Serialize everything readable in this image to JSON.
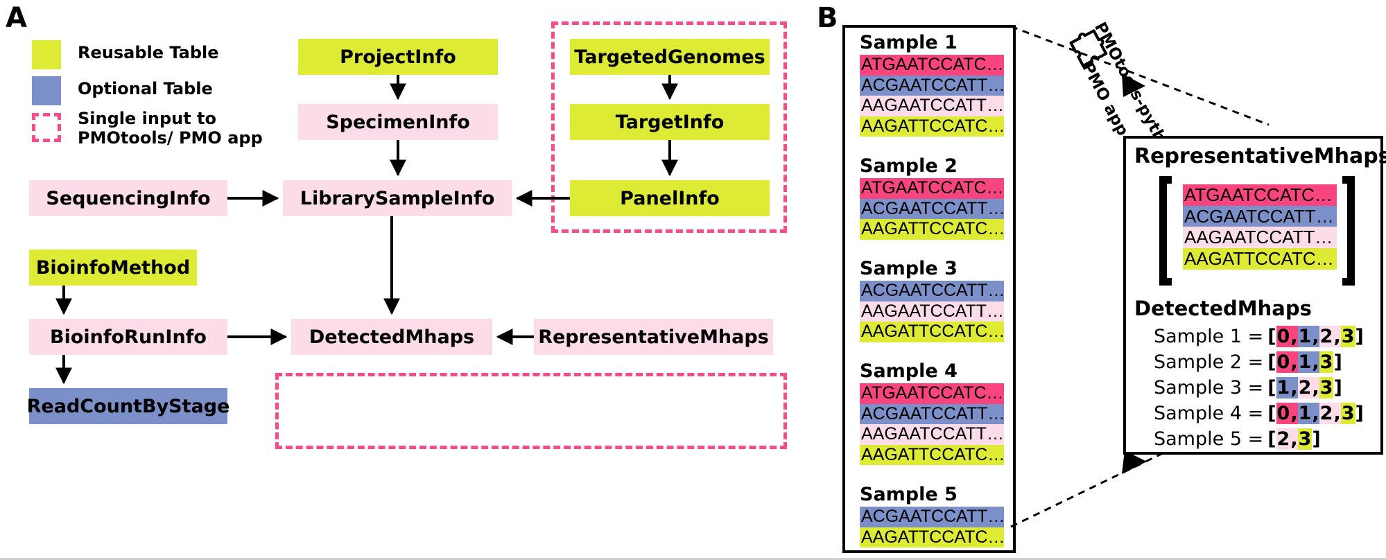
{
  "panels": {
    "a_letter": "A",
    "b_letter": "B"
  },
  "legend": {
    "items": [
      {
        "label": "Reusable Table",
        "color": "#ddeb34",
        "type": "swatch"
      },
      {
        "label": "Optional Table",
        "color": "#7b8fc8",
        "type": "swatch"
      },
      {
        "label": "Single input to\nPMOtools/ PMO app",
        "color": "#f94b8b",
        "type": "dashed"
      }
    ]
  },
  "flowchart": {
    "nodes": [
      {
        "id": "projectinfo",
        "label": "ProjectInfo",
        "kind": "reusable"
      },
      {
        "id": "specimeninfo",
        "label": "SpecimenInfo",
        "kind": "required"
      },
      {
        "id": "sequencinginfo",
        "label": "SequencingInfo",
        "kind": "required"
      },
      {
        "id": "librarysampleinfo",
        "label": "LibrarySampleInfo",
        "kind": "required"
      },
      {
        "id": "targetedgenomes",
        "label": "TargetedGenomes",
        "kind": "reusable"
      },
      {
        "id": "targetinfo",
        "label": "TargetInfo",
        "kind": "reusable"
      },
      {
        "id": "panelinfo",
        "label": "PanelInfo",
        "kind": "reusable"
      },
      {
        "id": "bioinfomethod",
        "label": "BioinfoMethod",
        "kind": "reusable"
      },
      {
        "id": "bioinforuninfo",
        "label": "BioinfoRunInfo",
        "kind": "required"
      },
      {
        "id": "readcountbystage",
        "label": "ReadCountByStage",
        "kind": "optional"
      },
      {
        "id": "detectedmhaps",
        "label": "DetectedMhaps",
        "kind": "required"
      },
      {
        "id": "representativemhaps",
        "label": "RepresentativeMhaps",
        "kind": "required"
      }
    ]
  },
  "panel_b": {
    "samples": [
      {
        "name": "Sample 1",
        "sequences": [
          {
            "text": "ATGAATCCATC…",
            "color": "pink"
          },
          {
            "text": "ACGAATCCATT…",
            "color": "blue"
          },
          {
            "text": "AAGAATCCATT…",
            "color": "lpink"
          },
          {
            "text": "AAGATTCCATC…",
            "color": "yellow"
          }
        ]
      },
      {
        "name": "Sample 2",
        "sequences": [
          {
            "text": "ATGAATCCATC…",
            "color": "pink"
          },
          {
            "text": "ACGAATCCATT…",
            "color": "blue"
          },
          {
            "text": "AAGATTCCATC…",
            "color": "yellow"
          }
        ]
      },
      {
        "name": "Sample 3",
        "sequences": [
          {
            "text": "ACGAATCCATT…",
            "color": "blue"
          },
          {
            "text": "AAGAATCCATT…",
            "color": "lpink"
          },
          {
            "text": "AAGATTCCATC…",
            "color": "yellow"
          }
        ]
      },
      {
        "name": "Sample 4",
        "sequences": [
          {
            "text": "ATGAATCCATC…",
            "color": "pink"
          },
          {
            "text": "ACGAATCCATT…",
            "color": "blue"
          },
          {
            "text": "AAGAATCCATT…",
            "color": "lpink"
          },
          {
            "text": "AAGATTCCATC…",
            "color": "yellow"
          }
        ]
      },
      {
        "name": "Sample 5",
        "sequences": [
          {
            "text": "ACGAATCCATT…",
            "color": "blue"
          },
          {
            "text": "AAGATTCCATC…",
            "color": "yellow"
          }
        ]
      }
    ],
    "transform_label_line1": "PMOtools-python",
    "transform_label_line2": "PMO app",
    "transform_icon": "puzzle-piece-icon",
    "representative": {
      "title": "RepresentativeMhaps",
      "sequences": [
        {
          "text": "ATGAATCCATC…",
          "color": "pink"
        },
        {
          "text": "ACGAATCCATT…",
          "color": "blue"
        },
        {
          "text": "AAGAATCCATT…",
          "color": "lpink"
        },
        {
          "text": "AAGATTCCATC…",
          "color": "yellow"
        }
      ]
    },
    "detected": {
      "title": "DetectedMhaps",
      "rows": [
        {
          "label": "Sample 1 =",
          "indices": [
            {
              "value": "0",
              "color": "pink"
            },
            {
              "value": "1",
              "color": "blue"
            },
            {
              "value": "2",
              "color": "lpink"
            },
            {
              "value": "3",
              "color": "yellow"
            }
          ]
        },
        {
          "label": "Sample 2 =",
          "indices": [
            {
              "value": "0",
              "color": "pink"
            },
            {
              "value": "1",
              "color": "blue"
            },
            {
              "value": "3",
              "color": "yellow"
            }
          ]
        },
        {
          "label": "Sample 3 =",
          "indices": [
            {
              "value": "1",
              "color": "blue"
            },
            {
              "value": "2",
              "color": "lpink"
            },
            {
              "value": "3",
              "color": "yellow"
            }
          ]
        },
        {
          "label": "Sample 4 =",
          "indices": [
            {
              "value": "0",
              "color": "pink"
            },
            {
              "value": "1",
              "color": "blue"
            },
            {
              "value": "2",
              "color": "lpink"
            },
            {
              "value": "3",
              "color": "yellow"
            }
          ]
        },
        {
          "label": "Sample 5 =",
          "indices": [
            {
              "value": "2",
              "color": "lpink"
            },
            {
              "value": "3",
              "color": "yellow"
            }
          ]
        }
      ]
    }
  },
  "colors": {
    "reusable": "#ddeb34",
    "required": "#fbdce8",
    "optional": "#7b8fc8",
    "dashed_outline": "#f94b8b",
    "seq_pink": "#f9457f",
    "seq_blue": "#7b8fc8",
    "seq_lpink": "#fbdce8",
    "seq_yellow": "#ddeb34"
  }
}
